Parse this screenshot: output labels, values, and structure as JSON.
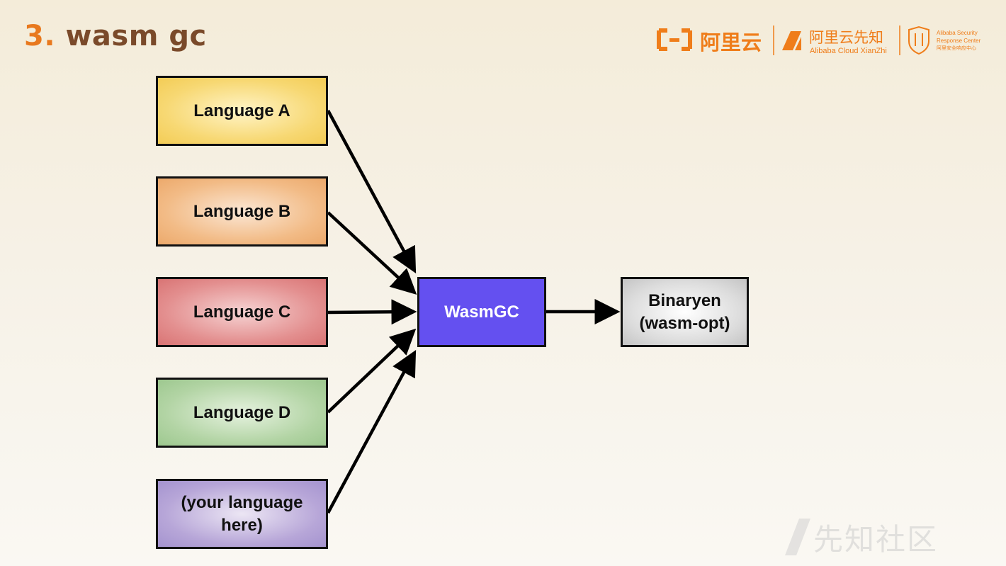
{
  "slide": {
    "number": "3.",
    "title": "wasm gc"
  },
  "logos": {
    "aliyun": "阿里云",
    "xianzhi_cn": "阿里云先知",
    "xianzhi_en": "Alibaba Cloud XianZhi",
    "asrc_line1": "Alibaba Security",
    "asrc_line2": "Response Center",
    "asrc_line3": "阿里安全响应中心"
  },
  "diagram": {
    "sources": [
      {
        "id": "a",
        "label": "Language A"
      },
      {
        "id": "b",
        "label": "Language B"
      },
      {
        "id": "c",
        "label": "Language C"
      },
      {
        "id": "d",
        "label": "Language D"
      },
      {
        "id": "e",
        "label": "(your language here)"
      }
    ],
    "hub": {
      "label": "WasmGC"
    },
    "target": {
      "label": "Binaryen (wasm-opt)"
    },
    "edges": [
      {
        "from": "Language A",
        "to": "WasmGC"
      },
      {
        "from": "Language B",
        "to": "WasmGC"
      },
      {
        "from": "Language C",
        "to": "WasmGC"
      },
      {
        "from": "Language D",
        "to": "WasmGC"
      },
      {
        "from": "(your language here)",
        "to": "WasmGC"
      },
      {
        "from": "WasmGC",
        "to": "Binaryen (wasm-opt)"
      }
    ]
  },
  "watermark": {
    "text": "先知社区"
  },
  "colors": {
    "accent": "#e8791e",
    "title": "#7a4a2a",
    "hub": "#6450f0"
  }
}
